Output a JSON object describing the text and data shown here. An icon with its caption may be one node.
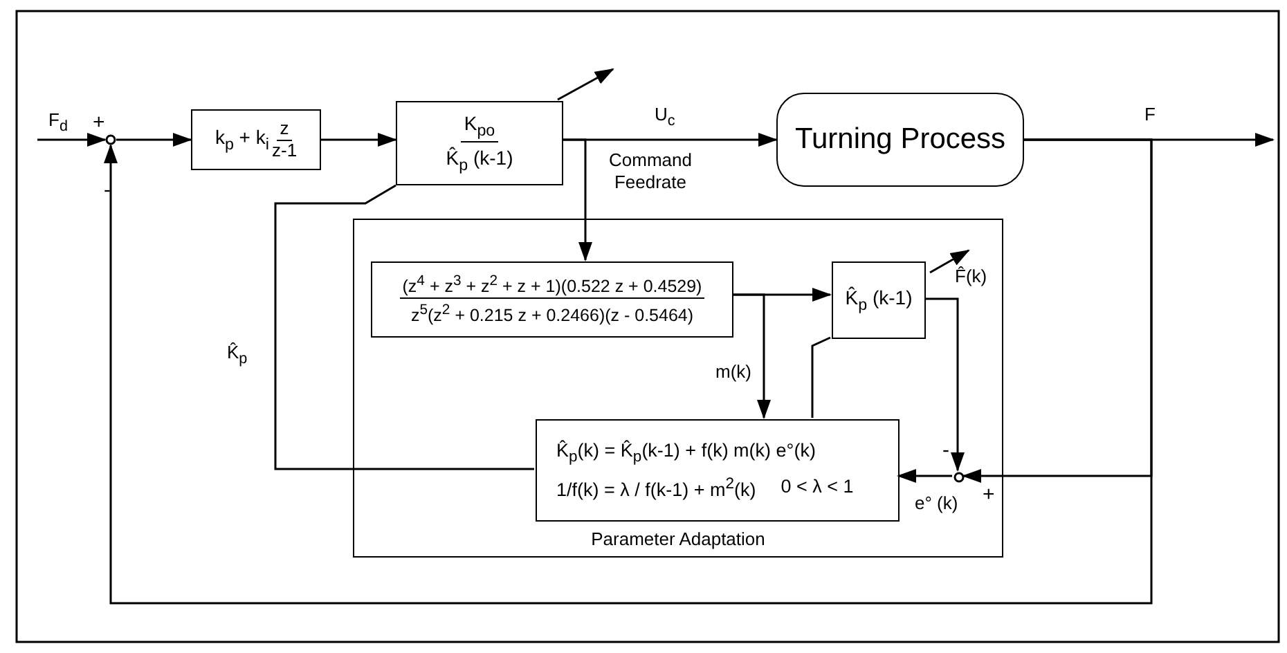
{
  "diagram": {
    "nodes": [
      {
        "text": [],
        "shape": "circle"
      },
      {
        "text": [
          "k$_{p}$ + k$_{i}$",
          "z",
          "z-1"
        ]
      },
      {
        "text": [
          "K$_{po}$",
          "K̂$_{p}$ (k-1)"
        ]
      },
      {
        "text": [
          "Turning Process"
        ]
      },
      {
        "text": [
          "Parameter Adaptation"
        ]
      },
      {
        "text": [
          "(z$^{4}$ + z$^{3}$ + z$^{2}$ + z + 1)(0.522 z + 0.4529)",
          "z$^{5}$(z$^{2}$ + 0.215 z + 0.2466)(z - 0.5464)"
        ],
        "in": 4
      },
      {
        "text": [
          "K̂$_{p}$ (k-1)"
        ],
        "in": 4
      },
      {
        "text": [
          "K̂$_{p}$(k) = K̂$_{p}$(k-1) + f(k) m(k) e°(k)",
          "1/f(k) = λ / f(k-1) + m$^{2}$(k)",
          "0 < λ < 1"
        ],
        "in": 4
      },
      {
        "text": [],
        "shape": "circle",
        "in": 4
      }
    ],
    "edges": [
      {
        "from": null,
        "to": 0,
        "arrow": "to",
        "label": "F$_{d}$"
      },
      {
        "from": 0,
        "to": 1,
        "arrow": "to"
      },
      {
        "from": 1,
        "to": 2,
        "arrow": "to"
      },
      {
        "from": 2,
        "to": 3,
        "arrow": "to",
        "label": "U$_{c}$"
      },
      {
        "from": 2,
        "to": 5,
        "arrow": "to"
      },
      {
        "from": 3,
        "to": null,
        "arrow": "to",
        "label": "F"
      },
      {
        "from": 3,
        "to": 8,
        "arrow": "to"
      },
      {
        "from": 3,
        "to": 0,
        "arrow": "to"
      },
      {
        "from": 5,
        "to": 6,
        "arrow": "to"
      },
      {
        "from": 5,
        "to": 7,
        "arrow": "to",
        "label": "m(k)"
      },
      {
        "from": 6,
        "to": 8,
        "arrow": "to"
      },
      {
        "from": 8,
        "to": 7,
        "arrow": "to",
        "label": "e° (k)"
      },
      {
        "from": 7,
        "to": 2,
        "arrow": "none",
        "label": "K̂$_{p}$"
      },
      {
        "from": 7,
        "to": 6,
        "arrow": "none"
      }
    ],
    "labels": [
      "+",
      "-",
      "Command Feedrate",
      "F̂(k)",
      "-",
      "+"
    ]
  }
}
